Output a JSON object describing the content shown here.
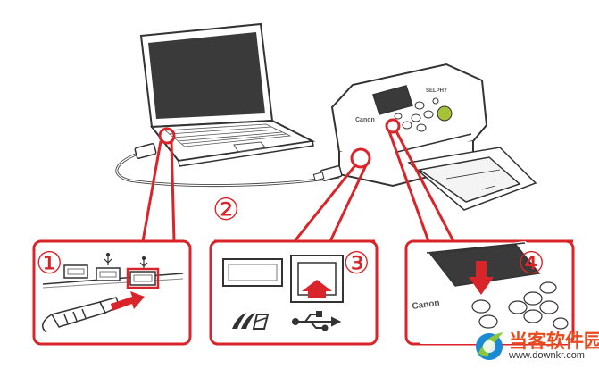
{
  "steps": [
    {
      "label": "①"
    },
    {
      "label": "②"
    },
    {
      "label": "③"
    },
    {
      "label": "④"
    }
  ],
  "printer": {
    "brand": "Canon",
    "model": "SELPHY"
  },
  "watermark": {
    "site": "当客软件园",
    "url": "www.downkr.com"
  },
  "colors": {
    "accent": "#d9252a",
    "line": "#333333",
    "screen": "#3a3a3a",
    "green_button": "#a6c236"
  },
  "icons": [
    "usb-icon",
    "pictbridge-icon",
    "arrow-right-icon",
    "arrow-up-icon",
    "arrow-down-icon"
  ]
}
